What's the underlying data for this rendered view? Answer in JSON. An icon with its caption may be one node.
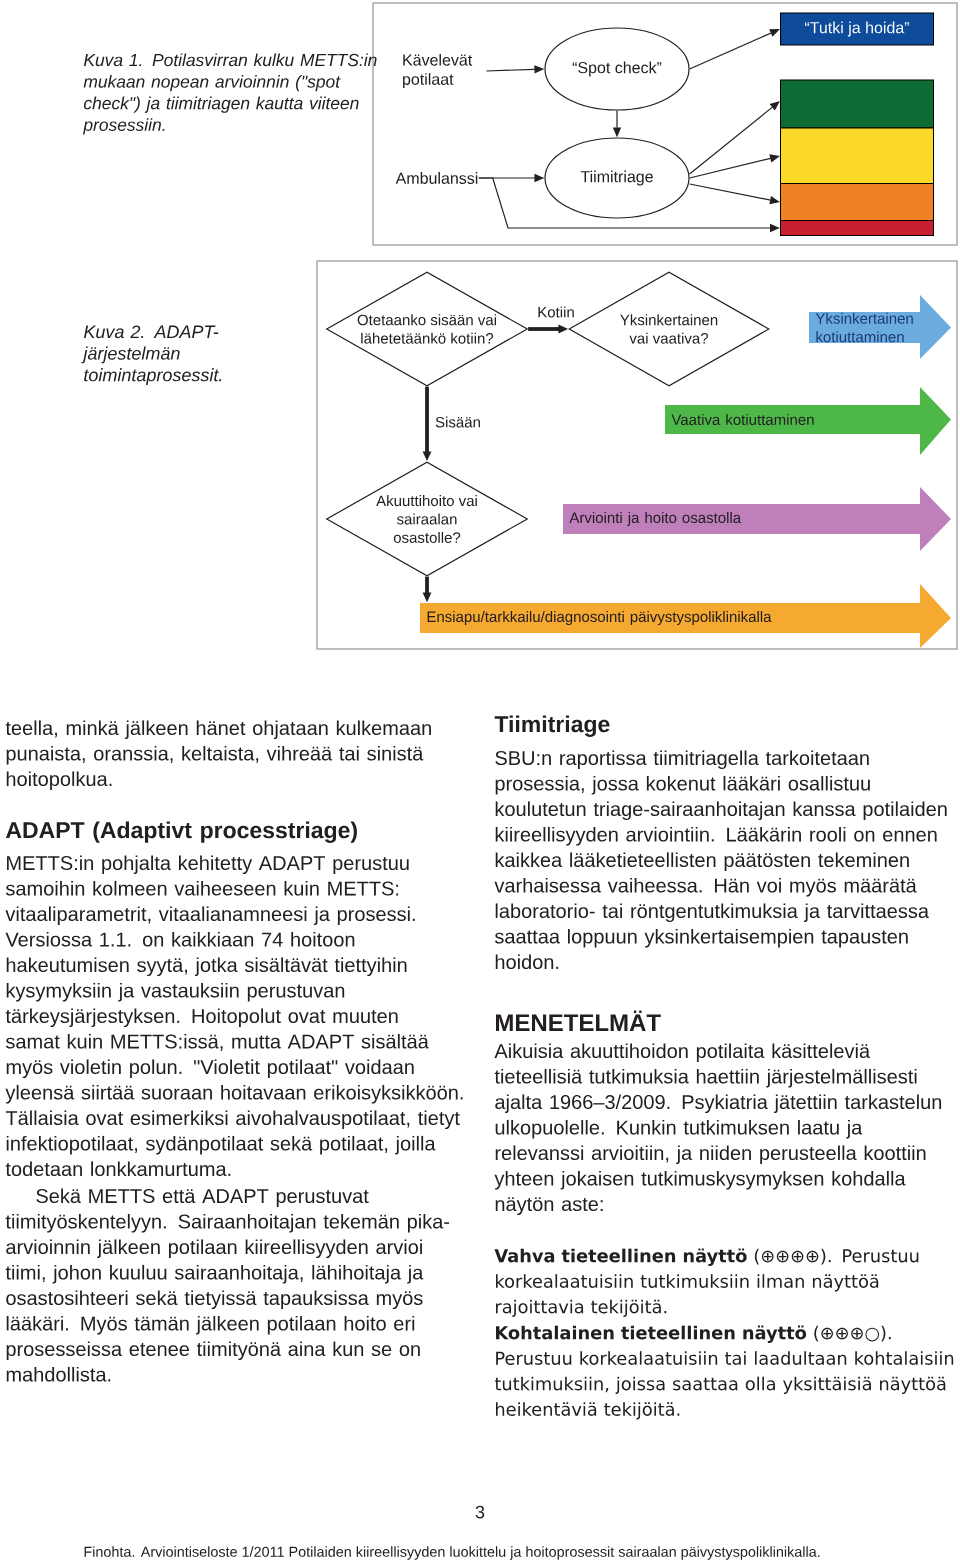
{
  "diagram": {
    "nodes": [
      {
        "text": [
          "Kävelevät potilaat"
        ]
      },
      {
        "text": [
          "“Spot check”"
        ]
      },
      {
        "text": [
          "Ambulanssi"
        ]
      },
      {
        "text": [
          "Tiimitriage"
        ]
      },
      {
        "text": [
          "“Tutki ja hoida”"
        ]
      },
      {
        "text": [],
        "shape": "bar"
      },
      {
        "text": [],
        "shape": "bar"
      },
      {
        "text": [],
        "shape": "bar"
      },
      {
        "text": [],
        "shape": "bar"
      },
      {
        "text": [
          "Otetaanko sisään vai lähetetäänkö kotiin?"
        ]
      },
      {
        "text": [
          "Yksinkertainen vai vaativa?"
        ]
      },
      {
        "text": [
          "Yksinkertainen kotiuttaminen"
        ]
      },
      {
        "text": [
          "Vaativa kotiuttaminen"
        ]
      },
      {
        "text": [
          "Akuuttihoito vai sairaalan osastolle?"
        ]
      },
      {
        "text": [
          "Arviointi ja hoito osastolla"
        ]
      },
      {
        "text": [
          "Ensiapu/tarkkailu/diagnosointi päivystyspoliklinikalla"
        ]
      }
    ],
    "edges": [
      {
        "from": 0,
        "to": 1,
        "arrow": "to"
      },
      {
        "from": 1,
        "to": 3,
        "arrow": "to"
      },
      {
        "from": 2,
        "to": 3,
        "arrow": "to"
      },
      {
        "from": 1,
        "to": 4,
        "arrow": "to"
      },
      {
        "from": 3,
        "to": 5,
        "arrow": "to"
      },
      {
        "from": 3,
        "to": 6,
        "arrow": "to"
      },
      {
        "from": 3,
        "to": 7,
        "arrow": "to"
      },
      {
        "from": 2,
        "to": 8,
        "arrow": "to"
      },
      {
        "from": 9,
        "to": 10,
        "arrow": "to",
        "label": "Kotiin",
        "style": "thick"
      },
      {
        "from": 9,
        "to": 13,
        "arrow": "to",
        "label": "Sisään",
        "style": "thick"
      },
      {
        "from": 13,
        "to": 15,
        "arrow": "to",
        "style": "thick"
      }
    ],
    "labels": [
      "Kuva 1. Potilasvirran kulku METTS:in mukaan nopean arvioinnin (\"spot check\") ja tiimitriagen kautta viiteen prosessiin.",
      "Kuva 2. ADAPT-järjestelmän toimintaprosessit.",
      "teella, minkä jälkeen hänet ohjataan kulkemaan punaista, oranssia, keltaista, vihreää tai sinistä hoitopolkua.",
      "ADAPT (Adaptivt processtriage)",
      "METTS:in pohjalta kehitetty ADAPT perustuu samoihin kolmeen vaiheeseen kuin METTS: vitaaliparametrit, vitaalianamneesi ja prosessi. Versiossa 1.1. on kaikkiaan 74 hoitoon hakeutumisen syytä, jotka sisältävät tiettyihin kysymyksiin ja vastauksiin perustuvan tärkeysjärjestyksen. Hoitopolut ovat muuten samat kuin METTS:issä, mutta ADAPT sisältää myös violetin polun. \"Violetit potilaat\" voidaan yleensä siirtää suoraan hoitavaan erikoisyksikköön. Tällaisia ovat esimerkiksi aivohalvauspotilaat, tietyt infektiopotilaat, sydänpotilaat sekä potilaat, joilla todetaan lonkkamurtuma.",
      "Sekä METTS että ADAPT perustuvat tiimityöskentelyyn. Sairaanhoitajan tekemän pika-arvioinnin jälkeen potilaan kiireellisyyden arvioi tiimi, johon kuuluu sairaanhoitaja, lähihoitaja ja osastosihteeri sekä tietyissä tapauksissa myös lääkäri. Myös tämän jälkeen potilaan hoito eri prosesseissa etenee tiimityönä aina kun se on mahdollista.",
      "Tiimitriage",
      "SBU:n raportissa tiimitriagella tarkoitetaan prosessia, jossa kokenut lääkäri osallistuu koulutetun triage-sairaanhoitajan kanssa potilaiden kiireellisyyden arviointiin. Lääkärin rooli on ennen kaikkea lääketieteellisten päätösten tekeminen varhaisessa vaiheessa. Hän voi myös määrätä laboratorio- tai röntgentutkimuksia ja tarvittaessa saattaa loppuun yksinkertaisempien tapausten hoidon.",
      "MENETELMÄT",
      "Aikuisia akuuttihoidon potilaita käsitteleviä tieteellisiä tutkimuksia haettiin järjestelmällisesti ajalta 1966–3/2009. Psykiatria jätettiin tarkastelun ulkopuolelle. Kunkin tutkimuksen laatu ja relevanssi arvioitiin, ja niiden perusteella koottiin yhteen jokaisen tutkimuskysymyksen kohdalla näytön aste:",
      "**Vahva tieteellinen näyttö** (⊕⊕⊕⊕). Perustuu korkealaatuisiin tutkimuksiin ilman näyttöä rajoittavia tekijöitä.",
      "**Kohtalainen tieteellinen näyttö** (⊕⊕⊕○). Perustuu korkealaatuisiin tai laadultaan kohtalaisiin tutkimuksiin, joissa saattaa olla yksittäisiä näyttöä heikentäviä tekijöitä.",
      "3",
      "Finohta. Arviointiseloste 1/2011 Potilaiden kiireellisyyden luokittelu ja hoitoprosessit sairaalan päivystyspoliklinikalla."
    ]
  }
}
